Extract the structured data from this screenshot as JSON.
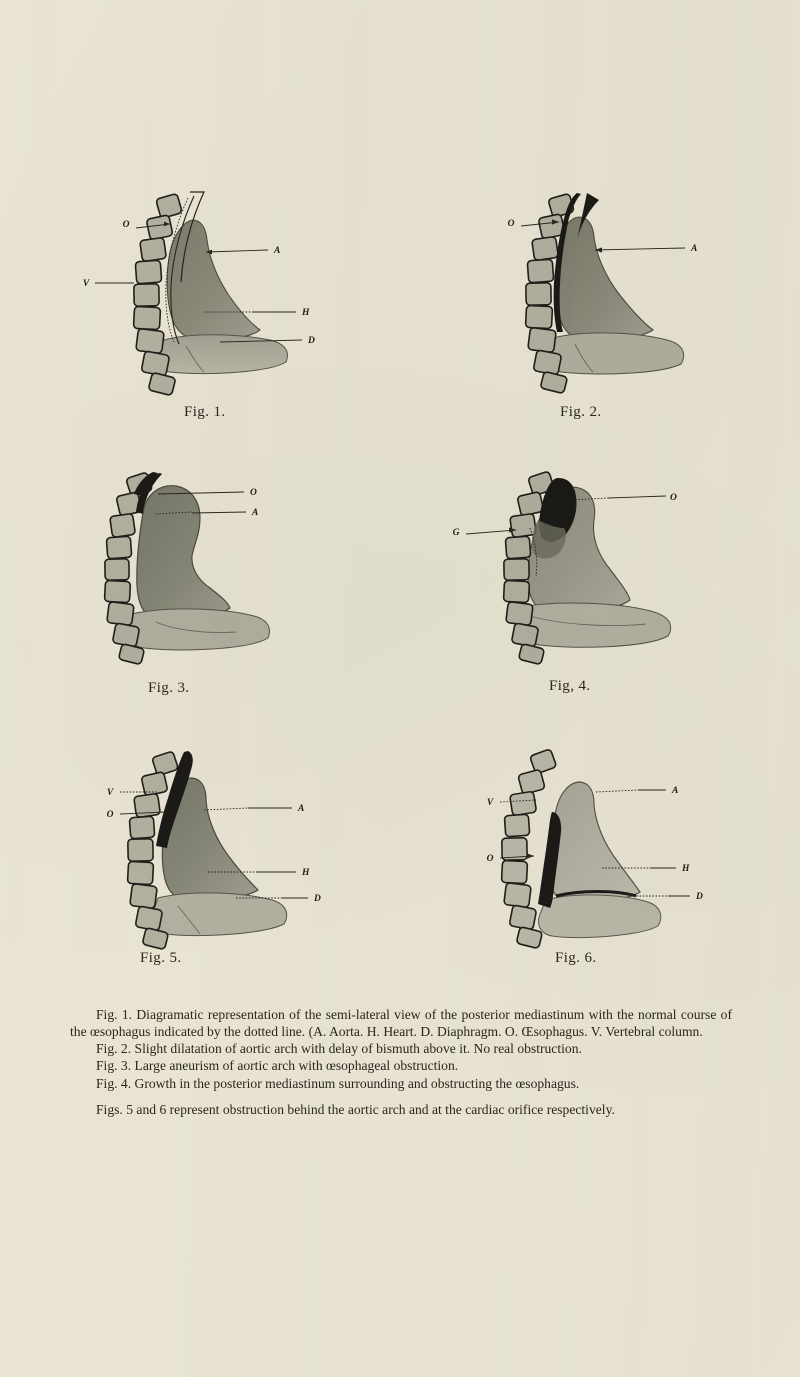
{
  "page": {
    "background_color": "#ece7d5",
    "ink_color": "#2b2721",
    "tissue_dark": "#8a8a7a",
    "tissue_mid": "#9c9b8c",
    "tissue_light": "#b7b5a6",
    "bone_fill": "#b9b7a6",
    "bismuth_black": "#1b1a16"
  },
  "figures": [
    {
      "id": "fig1",
      "caption": "Fig. 1.",
      "labels": [
        {
          "text": "O",
          "side": "left"
        },
        {
          "text": "V",
          "side": "left"
        },
        {
          "text": "A",
          "side": "right"
        },
        {
          "text": "H",
          "side": "right"
        },
        {
          "text": "D",
          "side": "right"
        }
      ]
    },
    {
      "id": "fig2",
      "caption": "Fig. 2.",
      "labels": [
        {
          "text": "O",
          "side": "left"
        },
        {
          "text": "A",
          "side": "right"
        }
      ]
    },
    {
      "id": "fig3",
      "caption": "Fig. 3.",
      "labels": [
        {
          "text": "O",
          "side": "right"
        },
        {
          "text": "A",
          "side": "right"
        }
      ]
    },
    {
      "id": "fig4",
      "caption": "Fig, 4.",
      "labels": [
        {
          "text": "G",
          "side": "left"
        },
        {
          "text": "O",
          "side": "right"
        }
      ]
    },
    {
      "id": "fig5",
      "caption": "Fig. 5.",
      "labels": [
        {
          "text": "V",
          "side": "left"
        },
        {
          "text": "O",
          "side": "left"
        },
        {
          "text": "A",
          "side": "right"
        },
        {
          "text": "H",
          "side": "right"
        },
        {
          "text": "D",
          "side": "right"
        }
      ]
    },
    {
      "id": "fig6",
      "caption": "Fig. 6.",
      "labels": [
        {
          "text": "V",
          "side": "left"
        },
        {
          "text": "O",
          "side": "left"
        },
        {
          "text": "A",
          "side": "right"
        },
        {
          "text": "H",
          "side": "right"
        },
        {
          "text": "D",
          "side": "right"
        }
      ]
    }
  ],
  "fig_labels": {
    "f1_O": "O",
    "f1_V": "V",
    "f1_A": "A",
    "f1_H": "H",
    "f1_D": "D",
    "f2_O": "O",
    "f2_A": "A",
    "f3_O": "O",
    "f3_A": "A",
    "f4_G": "G",
    "f4_O": "O",
    "f5_V": "V",
    "f5_O": "O",
    "f5_A": "A",
    "f5_H": "H",
    "f5_D": "D",
    "f6_V": "V",
    "f6_O": "O",
    "f6_A": "A",
    "f6_H": "H",
    "f6_D": "D"
  },
  "captions": {
    "fig1": "Fig. 1.",
    "fig2": "Fig. 2.",
    "fig3": "Fig. 3.",
    "fig4": "Fig, 4.",
    "fig5": "Fig. 5.",
    "fig6": "Fig. 6."
  },
  "legend": {
    "para1": "Fig. 1. Diagramatic representation of the semi-lateral view of the posterior mediastinum with the normal course of the œsophagus indicated by the dotted line. (A. Aorta. H. Heart. D. Diaphragm. O. Œsophagus. V. Vertebral column.",
    "para2": "Fig. 2. Slight dilatation of aortic arch with delay of bismuth above it. No real obstruction.",
    "para3": "Fig. 3. Large aneurism of aortic arch with œsophageal obstruction.",
    "para4": "Fig. 4. Growth in the posterior mediastinum surrounding and obstructing the œsophagus.",
    "para5": "Figs. 5 and 6 represent obstruction behind the aortic arch and at the cardiac orifice respectively."
  }
}
